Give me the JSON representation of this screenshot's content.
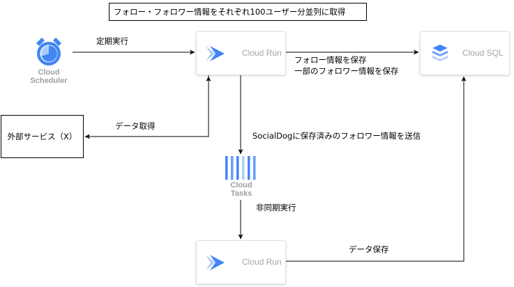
{
  "title": "フォロー・フォロワー情報をそれぞれ100ユーザー分並列に取得",
  "nodes": {
    "scheduler": {
      "line1": "Cloud",
      "line2": "Scheduler",
      "icon": "cloud-scheduler-icon"
    },
    "run_top": {
      "label": "Cloud Run",
      "icon": "cloud-run-icon"
    },
    "sql": {
      "label": "Cloud SQL",
      "icon": "cloud-sql-icon"
    },
    "external": {
      "label": "外部サービス（X）"
    },
    "tasks": {
      "line1": "Cloud",
      "line2": "Tasks",
      "icon": "cloud-tasks-icon"
    },
    "run_bottom": {
      "label": "Cloud Run",
      "icon": "cloud-run-icon"
    }
  },
  "edges": {
    "scheduled": "定期実行",
    "save_line1": "フォロー情報を保存",
    "save_line2": "一部のフォロワー情報を保存",
    "fetch": "データ取得",
    "send": "SocialDogに保存済みのフォロワー情報を送信",
    "async": "非同期実行",
    "store": "データ保存"
  },
  "colors": {
    "gcp_blue": "#4285F4",
    "gcp_light_blue": "#aecbfa",
    "caption_gray": "#9aa0a6",
    "label_gray": "#a6a6a6",
    "line": "#000000"
  }
}
